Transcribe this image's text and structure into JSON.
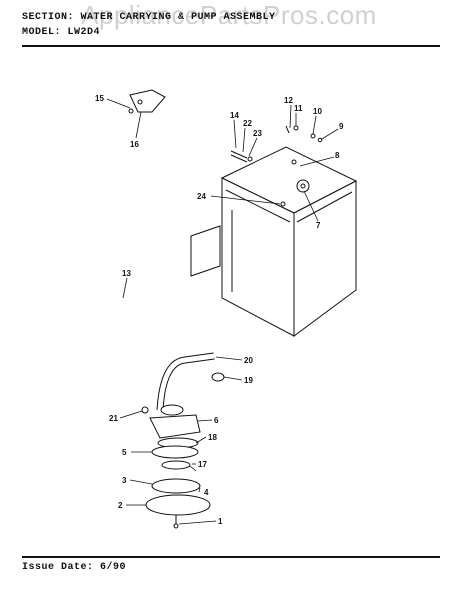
{
  "header": {
    "section_line": "SECTION: WATER CARRYING & PUMP ASSEMBLY",
    "model_line": "MODEL: LW2D4"
  },
  "watermark": "AppliancePartsPros.com",
  "footer": {
    "issue_date": "Issue Date: 6/90"
  },
  "callouts": [
    "1",
    "2",
    "3",
    "4",
    "5",
    "6",
    "7",
    "8",
    "9",
    "10",
    "11",
    "12",
    "13",
    "14",
    "15",
    "16",
    "17",
    "18",
    "19",
    "20",
    "21",
    "22",
    "23",
    "24"
  ],
  "colors": {
    "ink": "#111111",
    "background": "#ffffff",
    "watermark": "#787878"
  }
}
